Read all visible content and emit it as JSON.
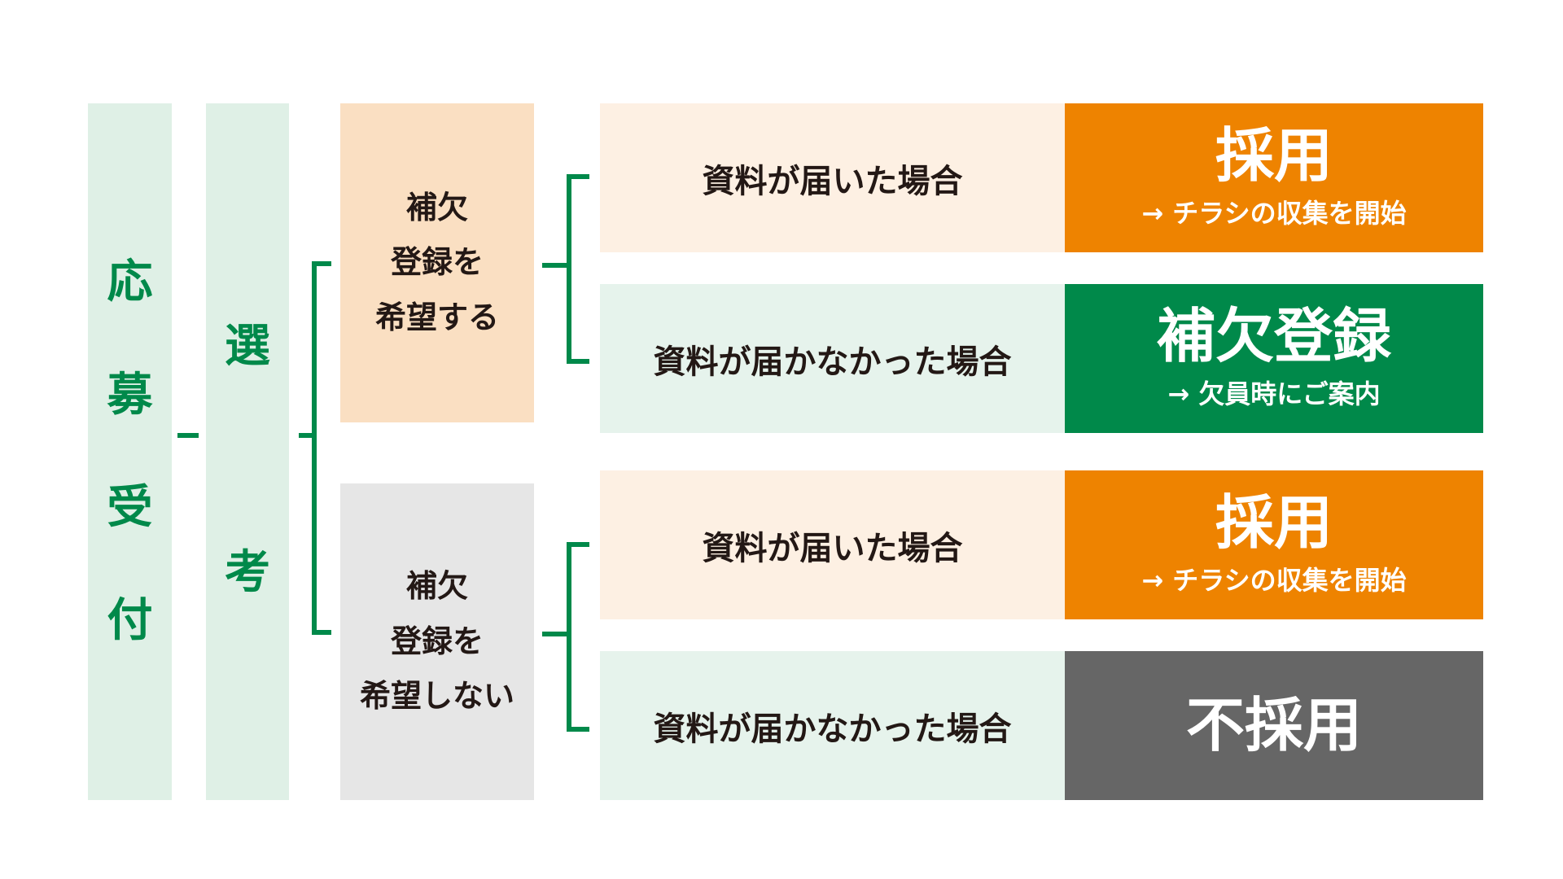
{
  "steps": {
    "application": [
      "応",
      "募",
      "受",
      "付"
    ],
    "selection": [
      "選",
      "考"
    ]
  },
  "branches": [
    {
      "condition": [
        "補欠",
        "登録を",
        "希望する"
      ],
      "outcomes": [
        {
          "case": "資料が届いた場合",
          "result": "採用",
          "note": "→ チラシの収集を開始",
          "color": "#ee8300"
        },
        {
          "case": "資料が届かなかった場合",
          "result": "補欠登録",
          "note": "→ 欠員時にご案内",
          "color": "#00894a"
        }
      ]
    },
    {
      "condition": [
        "補欠",
        "登録を",
        "希望しない"
      ],
      "outcomes": [
        {
          "case": "資料が届いた場合",
          "result": "採用",
          "note": "→ チラシの収集を開始",
          "color": "#ee8300"
        },
        {
          "case": "資料が届かなかった場合",
          "result": "不採用",
          "note": "",
          "color": "#666666"
        }
      ]
    }
  ],
  "colors": {
    "accent_green": "#00894a",
    "orange": "#ee8300",
    "gray": "#666666",
    "step_bg": "#dff0e6",
    "wish_bg": "#fadfc2",
    "nowish_bg": "#e6e6e6",
    "peach_bg": "#fdf0e3",
    "mint_bg": "#e6f3ec",
    "text_dark": "#231815"
  }
}
